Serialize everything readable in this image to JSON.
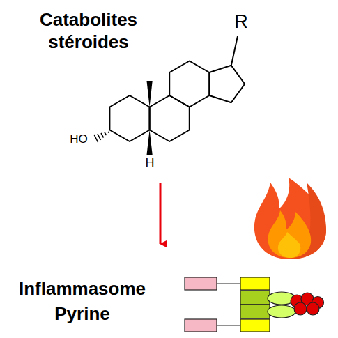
{
  "diagram": {
    "labels": [
      "Catabolites stéroides",
      "R",
      "HO",
      "H",
      "Inflammasome Pyrine"
    ]
  }
}
